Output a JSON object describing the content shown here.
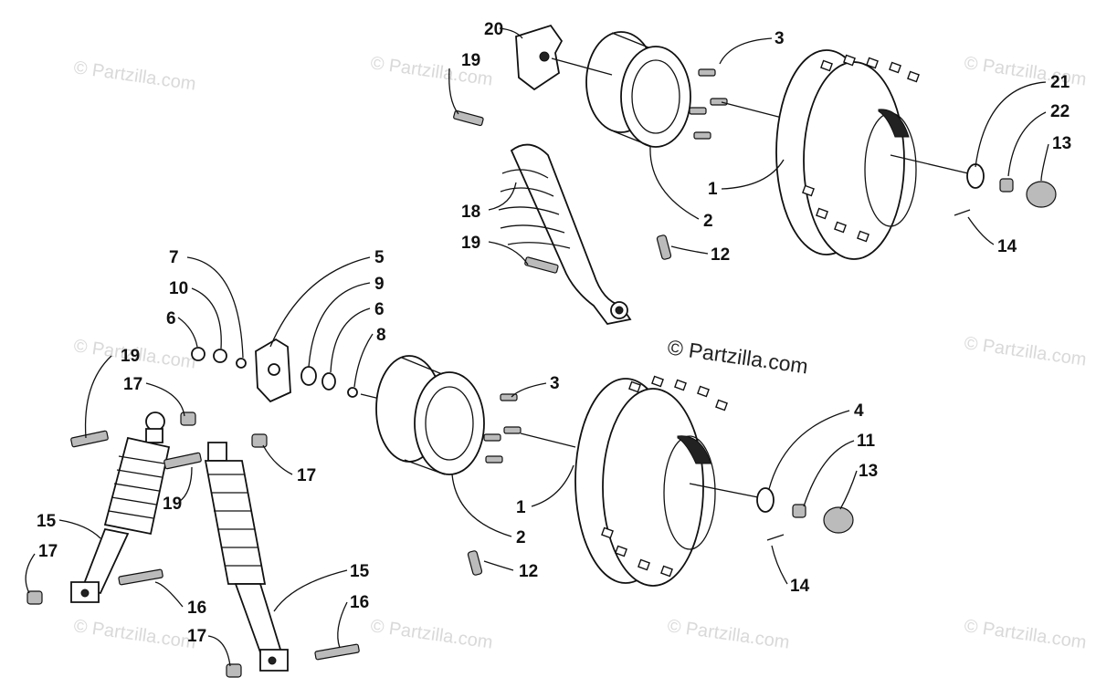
{
  "watermark": {
    "main": "© Partzilla.com",
    "faint": "© Partzilla.com"
  },
  "callouts": {
    "rear_top": [
      "20",
      "19",
      "3",
      "21",
      "22",
      "13",
      "1",
      "2",
      "18",
      "19",
      "12",
      "14"
    ],
    "front_left": [
      "7",
      "10",
      "6",
      "5",
      "9",
      "6",
      "8",
      "19",
      "17",
      "19",
      "17",
      "15",
      "17",
      "16",
      "15",
      "16",
      "17"
    ],
    "front_wheel": [
      "3",
      "4",
      "11",
      "13",
      "1",
      "2",
      "12",
      "14"
    ]
  }
}
